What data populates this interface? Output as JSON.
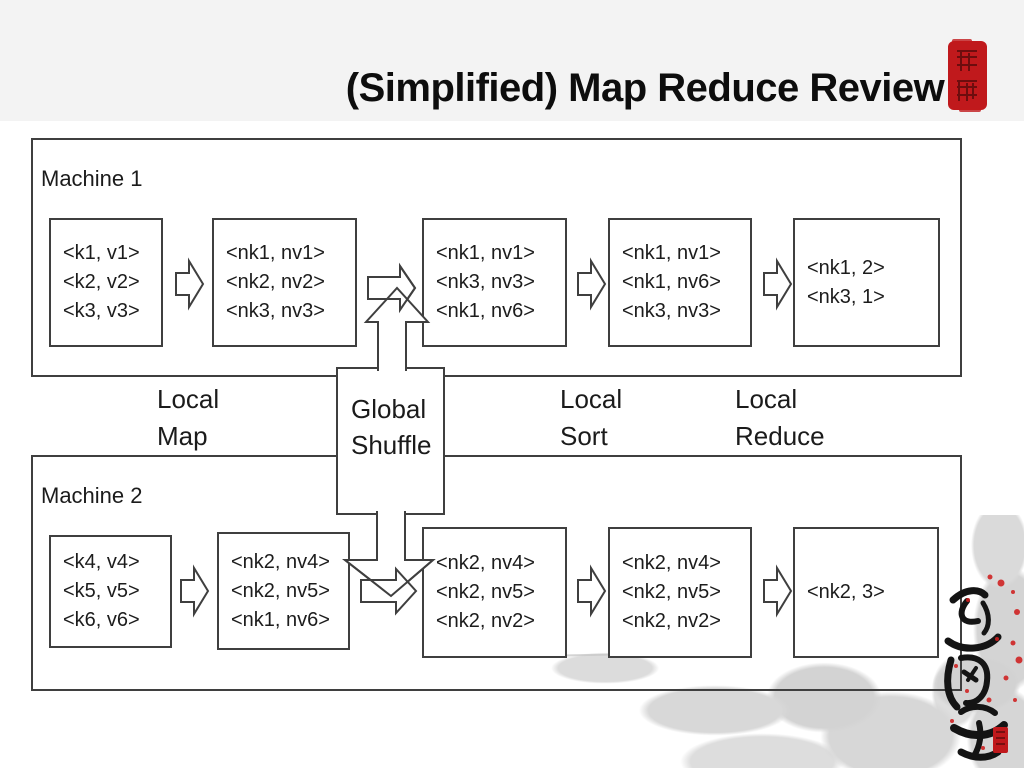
{
  "page": {
    "background": "#ffffff",
    "top_band_color": "#f3f3f3",
    "line_color": "#3f3f3f",
    "accent_red": "#c0191c"
  },
  "title": {
    "text": "(Simplified) Map Reduce Review"
  },
  "machines": [
    {
      "label": "Machine 1",
      "boxes": [
        {
          "lines": [
            "<k1, v1>",
            "<k2, v2>",
            "<k3, v3>"
          ]
        },
        {
          "lines": [
            "<nk1, nv1>",
            "<nk2, nv2>",
            "<nk3, nv3>"
          ]
        },
        {
          "lines": [
            "<nk1, nv1>",
            "<nk3, nv3>",
            "<nk1, nv6>"
          ]
        },
        {
          "lines": [
            "<nk1, nv1>",
            "<nk1, nv6>",
            "<nk3, nv3>"
          ]
        },
        {
          "lines": [
            "<nk1, 2>",
            "<nk3, 1>"
          ]
        }
      ]
    },
    {
      "label": "Machine 2",
      "boxes": [
        {
          "lines": [
            "<k4, v4>",
            "<k5, v5>",
            "<k6, v6>"
          ]
        },
        {
          "lines": [
            "<nk2, nv4>",
            "<nk2, nv5>",
            "<nk1, nv6>"
          ]
        },
        {
          "lines": [
            "<nk2, nv4>",
            "<nk2, nv5>",
            "<nk2, nv2>"
          ]
        },
        {
          "lines": [
            "<nk2, nv4>",
            "<nk2, nv5>",
            "<nk2, nv2>"
          ]
        },
        {
          "lines": [
            "<nk2, 3>"
          ]
        }
      ]
    }
  ],
  "stage_labels": [
    {
      "lines": [
        "Local",
        "Map"
      ]
    },
    {
      "lines": [
        "Global",
        "Shuffle"
      ]
    },
    {
      "lines": [
        "Local",
        "Sort"
      ]
    },
    {
      "lines": [
        "Local",
        "Reduce"
      ]
    }
  ],
  "decorations": {
    "top_right_seal": "red chinese seal stamp",
    "calligraphy_characters": "追風堂",
    "bottom_right_art": "gray ink-wash landscape with red splatter and small red seal"
  }
}
